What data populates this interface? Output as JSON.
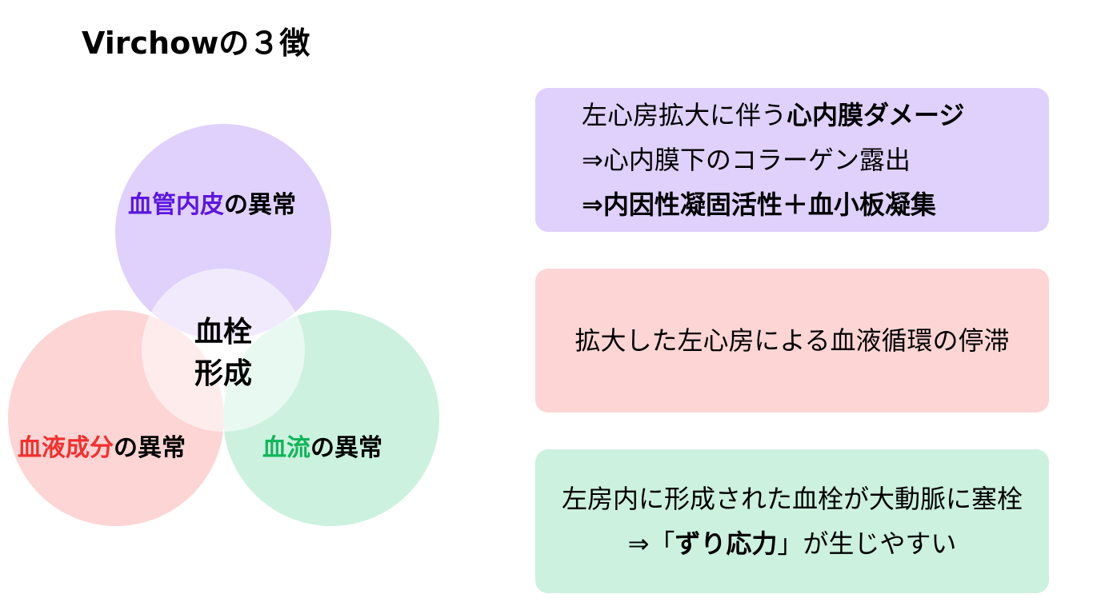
{
  "title": "Virchowの３徴",
  "diagram": {
    "type": "venn",
    "colors": {
      "top_circle": "#dfd1fb",
      "left_circle": "#fdd5d5",
      "right_circle": "#ccf1df",
      "accent_purple": "#5b16e0",
      "accent_red": "#f2302e",
      "accent_green": "#0fb659"
    },
    "top": {
      "accent": "血管内皮",
      "rest": "の異常"
    },
    "left": {
      "accent": "血液成分",
      "rest": "の異常"
    },
    "right": {
      "accent": "血流",
      "rest": "の異常"
    },
    "center": {
      "line1": "血栓",
      "line2": "形成"
    }
  },
  "boxes": {
    "endothelium": {
      "line1_normal": "左心房拡大に伴う",
      "line1_bold": "心内膜ダメージ",
      "line2": "⇒心内膜下のコラーゲン露出",
      "line3_bold": "⇒内因性凝固活性＋血小板凝集",
      "color": "#dfd1fb"
    },
    "blood_flow_stasis": {
      "line1": "拡大した左心房による血液循環の停滞",
      "color": "#fdd5d5"
    },
    "embolism": {
      "line1": "左房内に形成された血栓が大動脈に塞栓",
      "line2_prefix": "⇒「",
      "line2_bold": "ずり応力",
      "line2_suffix": "」が生じやすい",
      "color": "#ccf1df"
    }
  }
}
